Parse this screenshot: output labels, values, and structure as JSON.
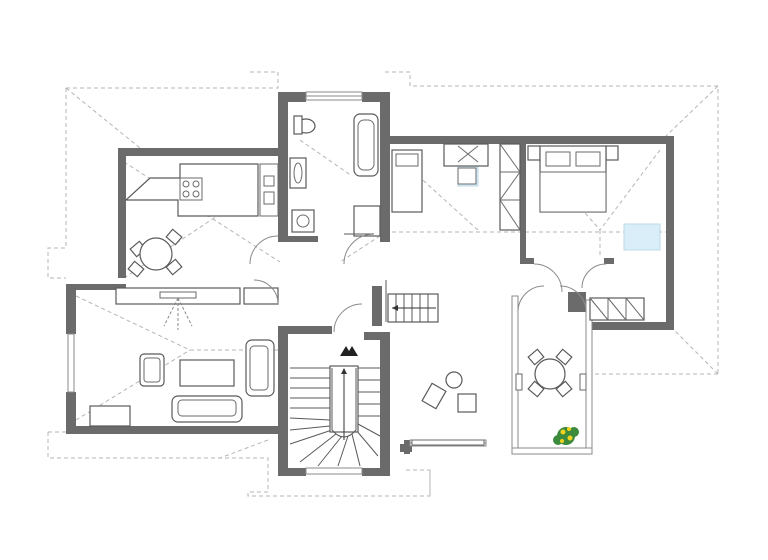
{
  "drawing": {
    "type": "floor-plan",
    "view": "upper floor",
    "colors": {
      "walls": "#6b6b6b",
      "roof_outline": "#b5b5b5",
      "skylights": "#d9eef8",
      "furniture_stroke": "#5a5a5a",
      "plant_leaves": "#3c8a3c",
      "plant_flowers": "#f2d321"
    },
    "rooms": [
      {
        "id": "kitchen",
        "contents": [
          "kitchen-counter",
          "hob",
          "sink",
          "dining-table",
          "chairs"
        ]
      },
      {
        "id": "bathroom",
        "contents": [
          "toilet",
          "bathtub",
          "washbasin",
          "shower",
          "washing-machine"
        ]
      },
      {
        "id": "child-room",
        "contents": [
          "bed",
          "desk",
          "wardrobe"
        ]
      },
      {
        "id": "bedroom",
        "contents": [
          "double-bed",
          "wardrobe"
        ]
      },
      {
        "id": "living-room",
        "contents": [
          "sofa",
          "armchairs",
          "coffee-table",
          "tv-cabinet"
        ]
      },
      {
        "id": "staircase",
        "contents": [
          "spiral-stairs",
          "up-arrow"
        ]
      },
      {
        "id": "hall",
        "contents": [
          "loft-stairs",
          "armchairs",
          "side-table",
          "radiator"
        ]
      },
      {
        "id": "winter-garden",
        "contents": [
          "round-table",
          "chairs",
          "potted-plant"
        ]
      }
    ]
  }
}
